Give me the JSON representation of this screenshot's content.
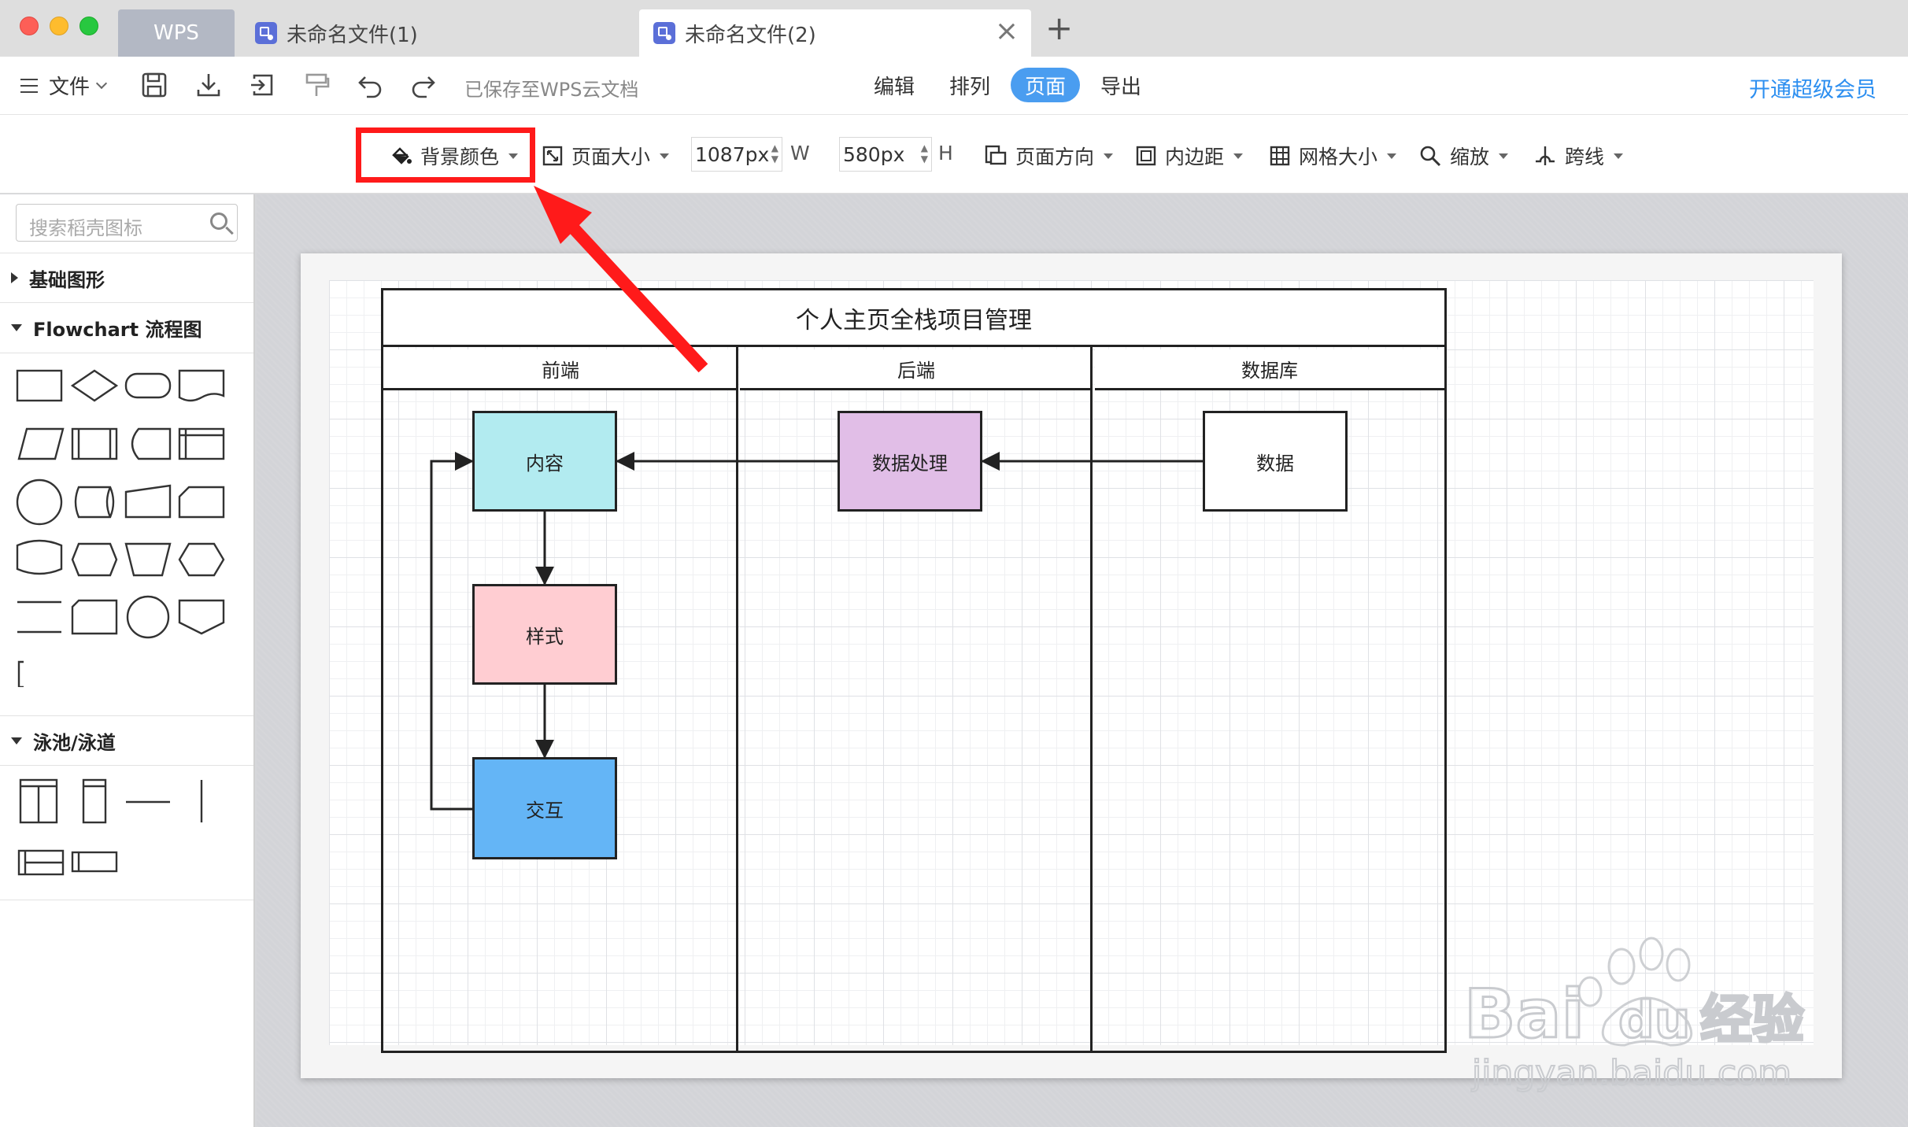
{
  "tabs": {
    "wps": "WPS",
    "file1": "未命名文件(1)",
    "file2": "未命名文件(2)",
    "close_icon": "×",
    "add_icon": "+"
  },
  "menu": {
    "file_label": "文件",
    "saved_status": "已保存至WPS云文档",
    "nav": [
      "编辑",
      "排列",
      "页面",
      "导出"
    ],
    "active_nav": "页面",
    "vip": "开通超级会员"
  },
  "page_toolbar": {
    "bg_color": "背景颜色",
    "page_size": "页面大小",
    "width_value": "1087px",
    "width_unit": "W",
    "height_value": "580px",
    "height_unit": "H",
    "orientation": "页面方向",
    "padding": "内边距",
    "grid_size": "网格大小",
    "zoom": "缩放",
    "jump_line": "跨线"
  },
  "sidebar": {
    "search_placeholder": "搜索稻壳图标",
    "sections": [
      "基础图形",
      "Flowchart 流程图",
      "泳池/泳道"
    ]
  },
  "diagram": {
    "title": "个人主页全栈项目管理",
    "lanes": [
      "前端",
      "后端",
      "数据库"
    ],
    "nodes": {
      "content": "内容",
      "style": "样式",
      "interaction": "交互",
      "processing": "数据处理",
      "data": "数据"
    },
    "colors": {
      "content": "#b2ebf0",
      "style": "#ffcdd2",
      "interaction": "#64b5f6",
      "processing": "#e1bee7",
      "data": "#ffffff"
    }
  },
  "watermark": {
    "brand": "Bai",
    "brand2": "du",
    "cn": "经验",
    "url": "jingyan.baidu.com"
  },
  "accent_color": "#4a9df0",
  "highlight_color": "#ff1a1a"
}
